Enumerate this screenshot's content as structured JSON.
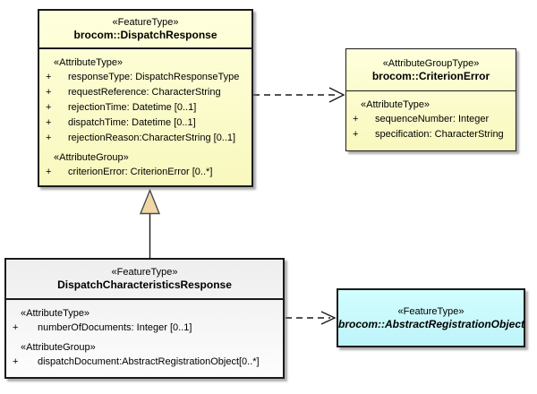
{
  "diagram_type": "uml-class-diagram",
  "colors": {
    "background": "#FFFFFF",
    "feature_fill_yellow": "#FBFBC9",
    "feature_fill_cyan": "#C8F9FD",
    "feature_fill_gray": "#F3F3F3",
    "border": "#1A1A1A",
    "shadow": "#9E9E9E",
    "generalization_triangle_fill": "#F0D8A6"
  },
  "dispatch_response": {
    "stereotype": "«FeatureType»",
    "name": "brocom::DispatchResponse",
    "attr_type_heading": "«AttributeType»",
    "attributes": [
      {
        "vis": "+",
        "text": "responseType: DispatchResponseType"
      },
      {
        "vis": "+",
        "text": "requestReference: CharacterString"
      },
      {
        "vis": "+",
        "text": "rejectionTime: Datetime [0..1]"
      },
      {
        "vis": "+",
        "text": "dispatchTime: Datetime [0..1]"
      },
      {
        "vis": "+",
        "text": "rejectionReason:CharacterString [0..1]"
      }
    ],
    "attr_group_heading": "«AttributeGroup»",
    "group_attributes": [
      {
        "vis": "+",
        "text": "criterionError: CriterionError [0..*]"
      }
    ]
  },
  "criterion_error": {
    "stereotype": "«AttributeGroupType»",
    "name": "brocom::CriterionError",
    "attr_type_heading": "«AttributeType»",
    "attributes": [
      {
        "vis": "+",
        "text": "sequenceNumber: Integer"
      },
      {
        "vis": "+",
        "text": "specification: CharacterString"
      }
    ]
  },
  "dispatch_characteristics_response": {
    "stereotype": "«FeatureType»",
    "name": "DispatchCharacteristicsResponse",
    "attr_type_heading": "«AttributeType»",
    "attributes": [
      {
        "vis": "+",
        "text": "numberOfDocuments: Integer [0..1]"
      }
    ],
    "attr_group_heading": "«AttributeGroup»",
    "group_attributes": [
      {
        "vis": "+",
        "text": "dispatchDocument:AbstractRegistrationObject[0..*]"
      }
    ]
  },
  "abstract_registration_object": {
    "stereotype": "«FeatureType»",
    "name": "brocom::AbstractRegistrationObject"
  },
  "relationships": [
    {
      "type": "dependency",
      "from": "brocom::DispatchResponse",
      "to": "brocom::CriterionError",
      "line": "dashed",
      "arrowhead": "open"
    },
    {
      "type": "generalization",
      "from": "DispatchCharacteristicsResponse",
      "to": "brocom::DispatchResponse",
      "line": "solid",
      "arrowhead": "hollow-triangle"
    },
    {
      "type": "dependency",
      "from": "DispatchCharacteristicsResponse",
      "to": "brocom::AbstractRegistrationObject",
      "line": "dashed",
      "arrowhead": "open"
    }
  ]
}
